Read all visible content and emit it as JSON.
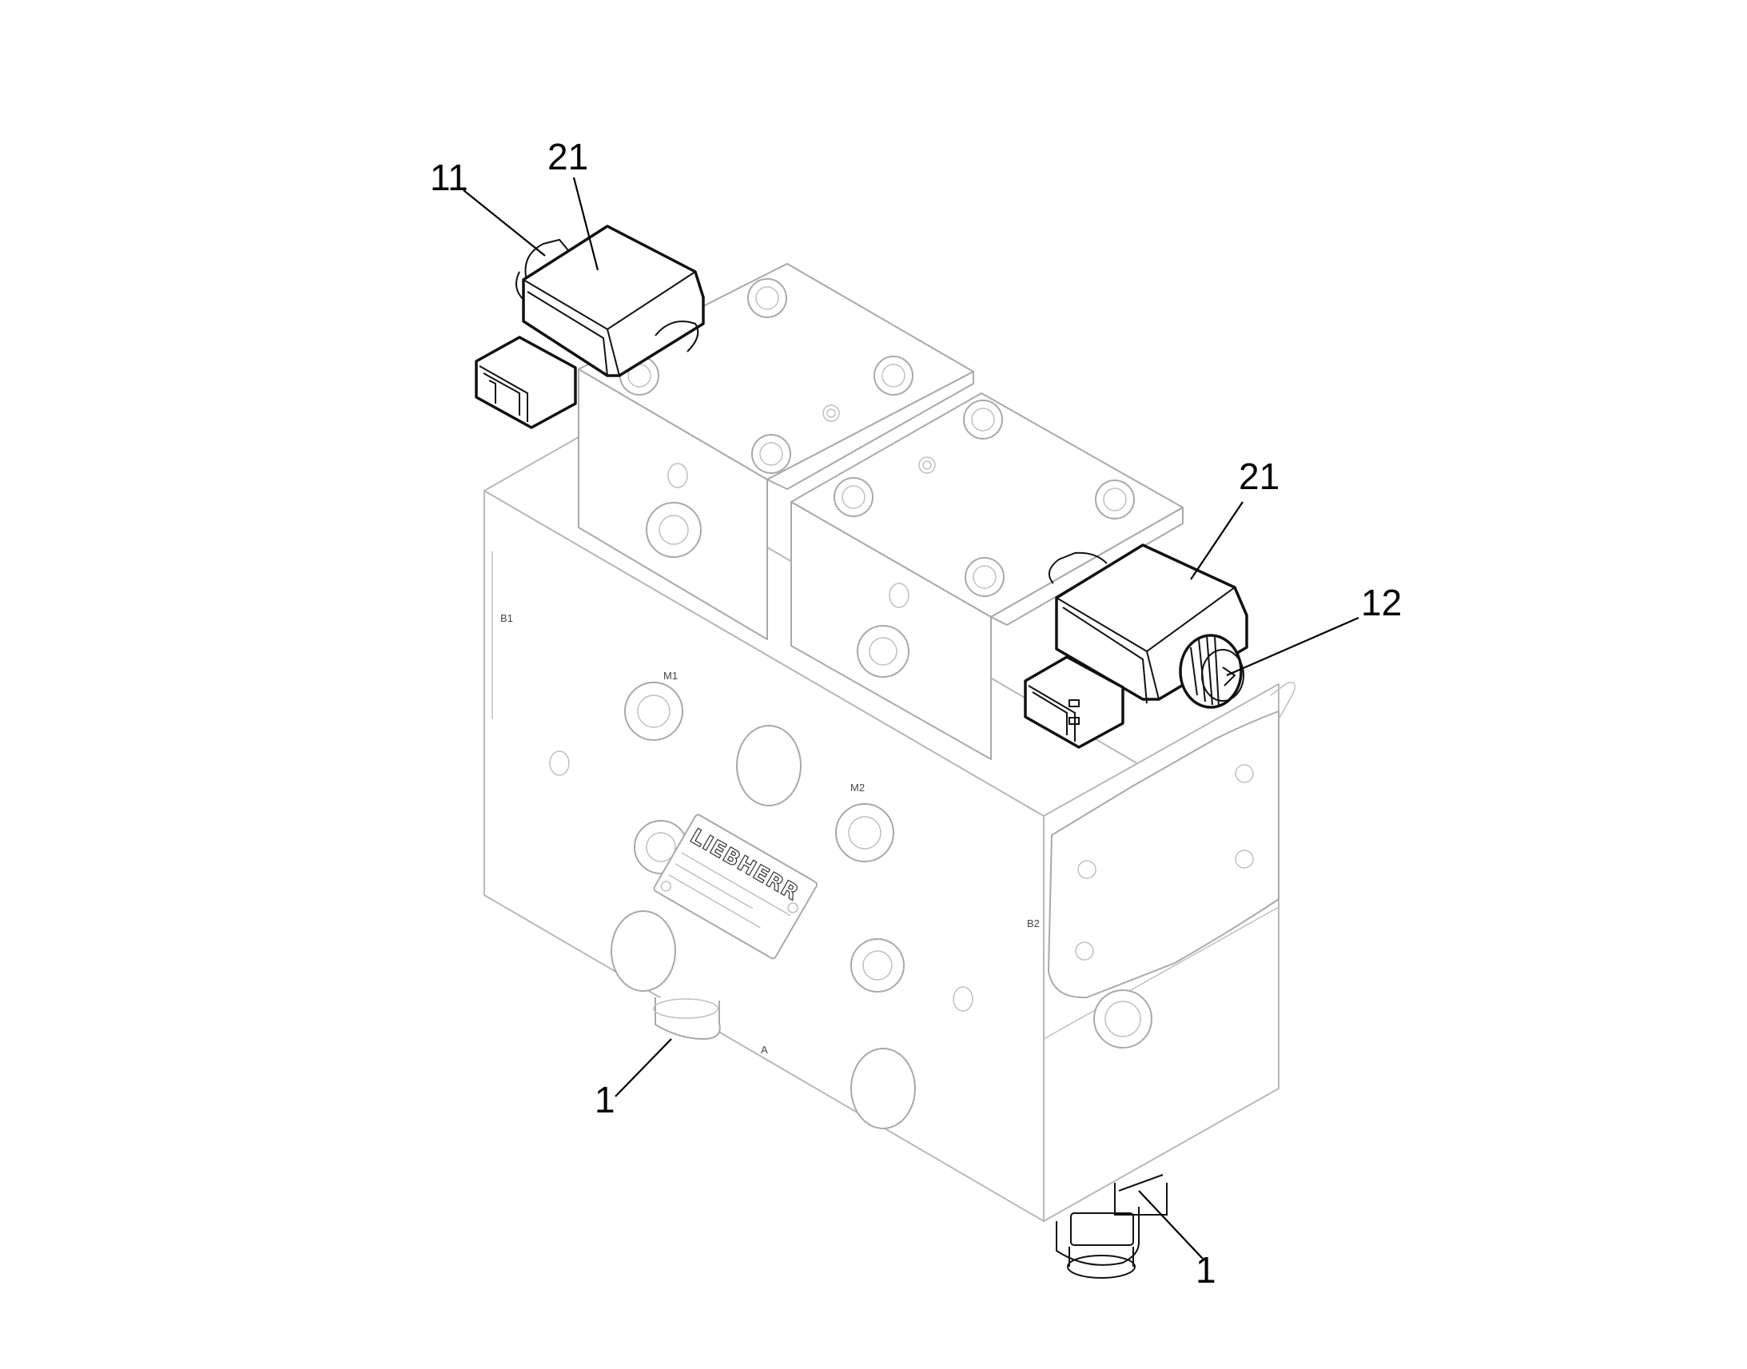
{
  "callouts": {
    "c11": "11",
    "c21_top": "21",
    "c21_right": "21",
    "c12": "12",
    "c1_left": "1",
    "c1_right": "1"
  },
  "port_marks": {
    "b1": "B1",
    "m1": "M1",
    "m2": "M2",
    "b2": "B2",
    "a": "A"
  },
  "nameplate": {
    "logo": "LIEBHERR"
  },
  "colors": {
    "outline_light": "#b8b8b8",
    "outline_dark": "#111111",
    "callout_text": "#000000"
  }
}
